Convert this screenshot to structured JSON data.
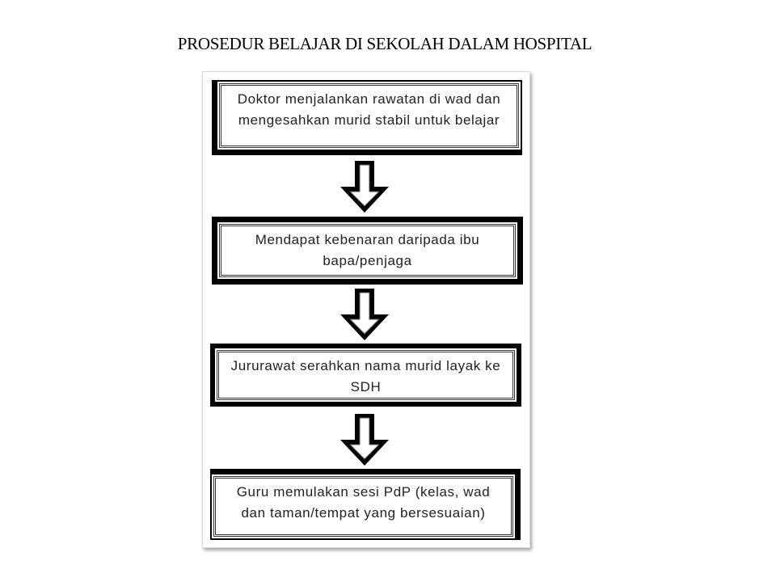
{
  "title": "PROSEDUR BELAJAR DI SEKOLAH DALAM HOSPITAL",
  "steps": [
    {
      "text": "Doktor menjalankan rawatan di wad dan mengesahkan murid stabil untuk belajar"
    },
    {
      "text": "Mendapat kebenaran daripada ibu bapa/penjaga"
    },
    {
      "text": "Jururawat serahkan nama murid layak ke SDH"
    },
    {
      "text": "Guru memulakan sesi PdP (kelas, wad dan taman/tempat yang bersesuaian)"
    }
  ]
}
